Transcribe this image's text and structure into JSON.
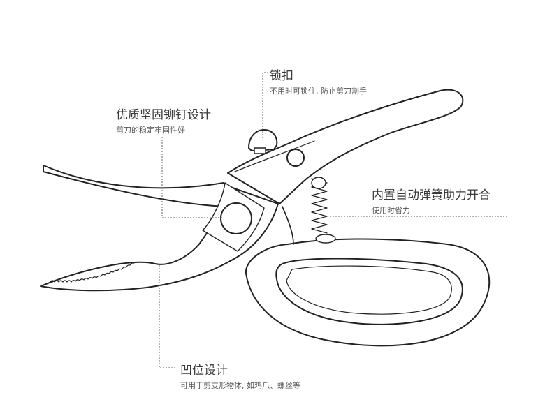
{
  "callouts": {
    "lock": {
      "title": "锁扣",
      "subtitle": "不用时可锁住, 防止剪刀割手"
    },
    "rivet": {
      "title": "优质坚固铆钉设计",
      "subtitle": "剪刀的稳定牢固性好"
    },
    "spring": {
      "title": "内置自动弹簧助力开合",
      "subtitle": "使用时省力"
    },
    "notch": {
      "title": "凹位设计",
      "subtitle": "可用于剪支形物体, 如鸡爪、螺丝等"
    }
  },
  "colors": {
    "line": "#222222",
    "leader": "#666666"
  }
}
